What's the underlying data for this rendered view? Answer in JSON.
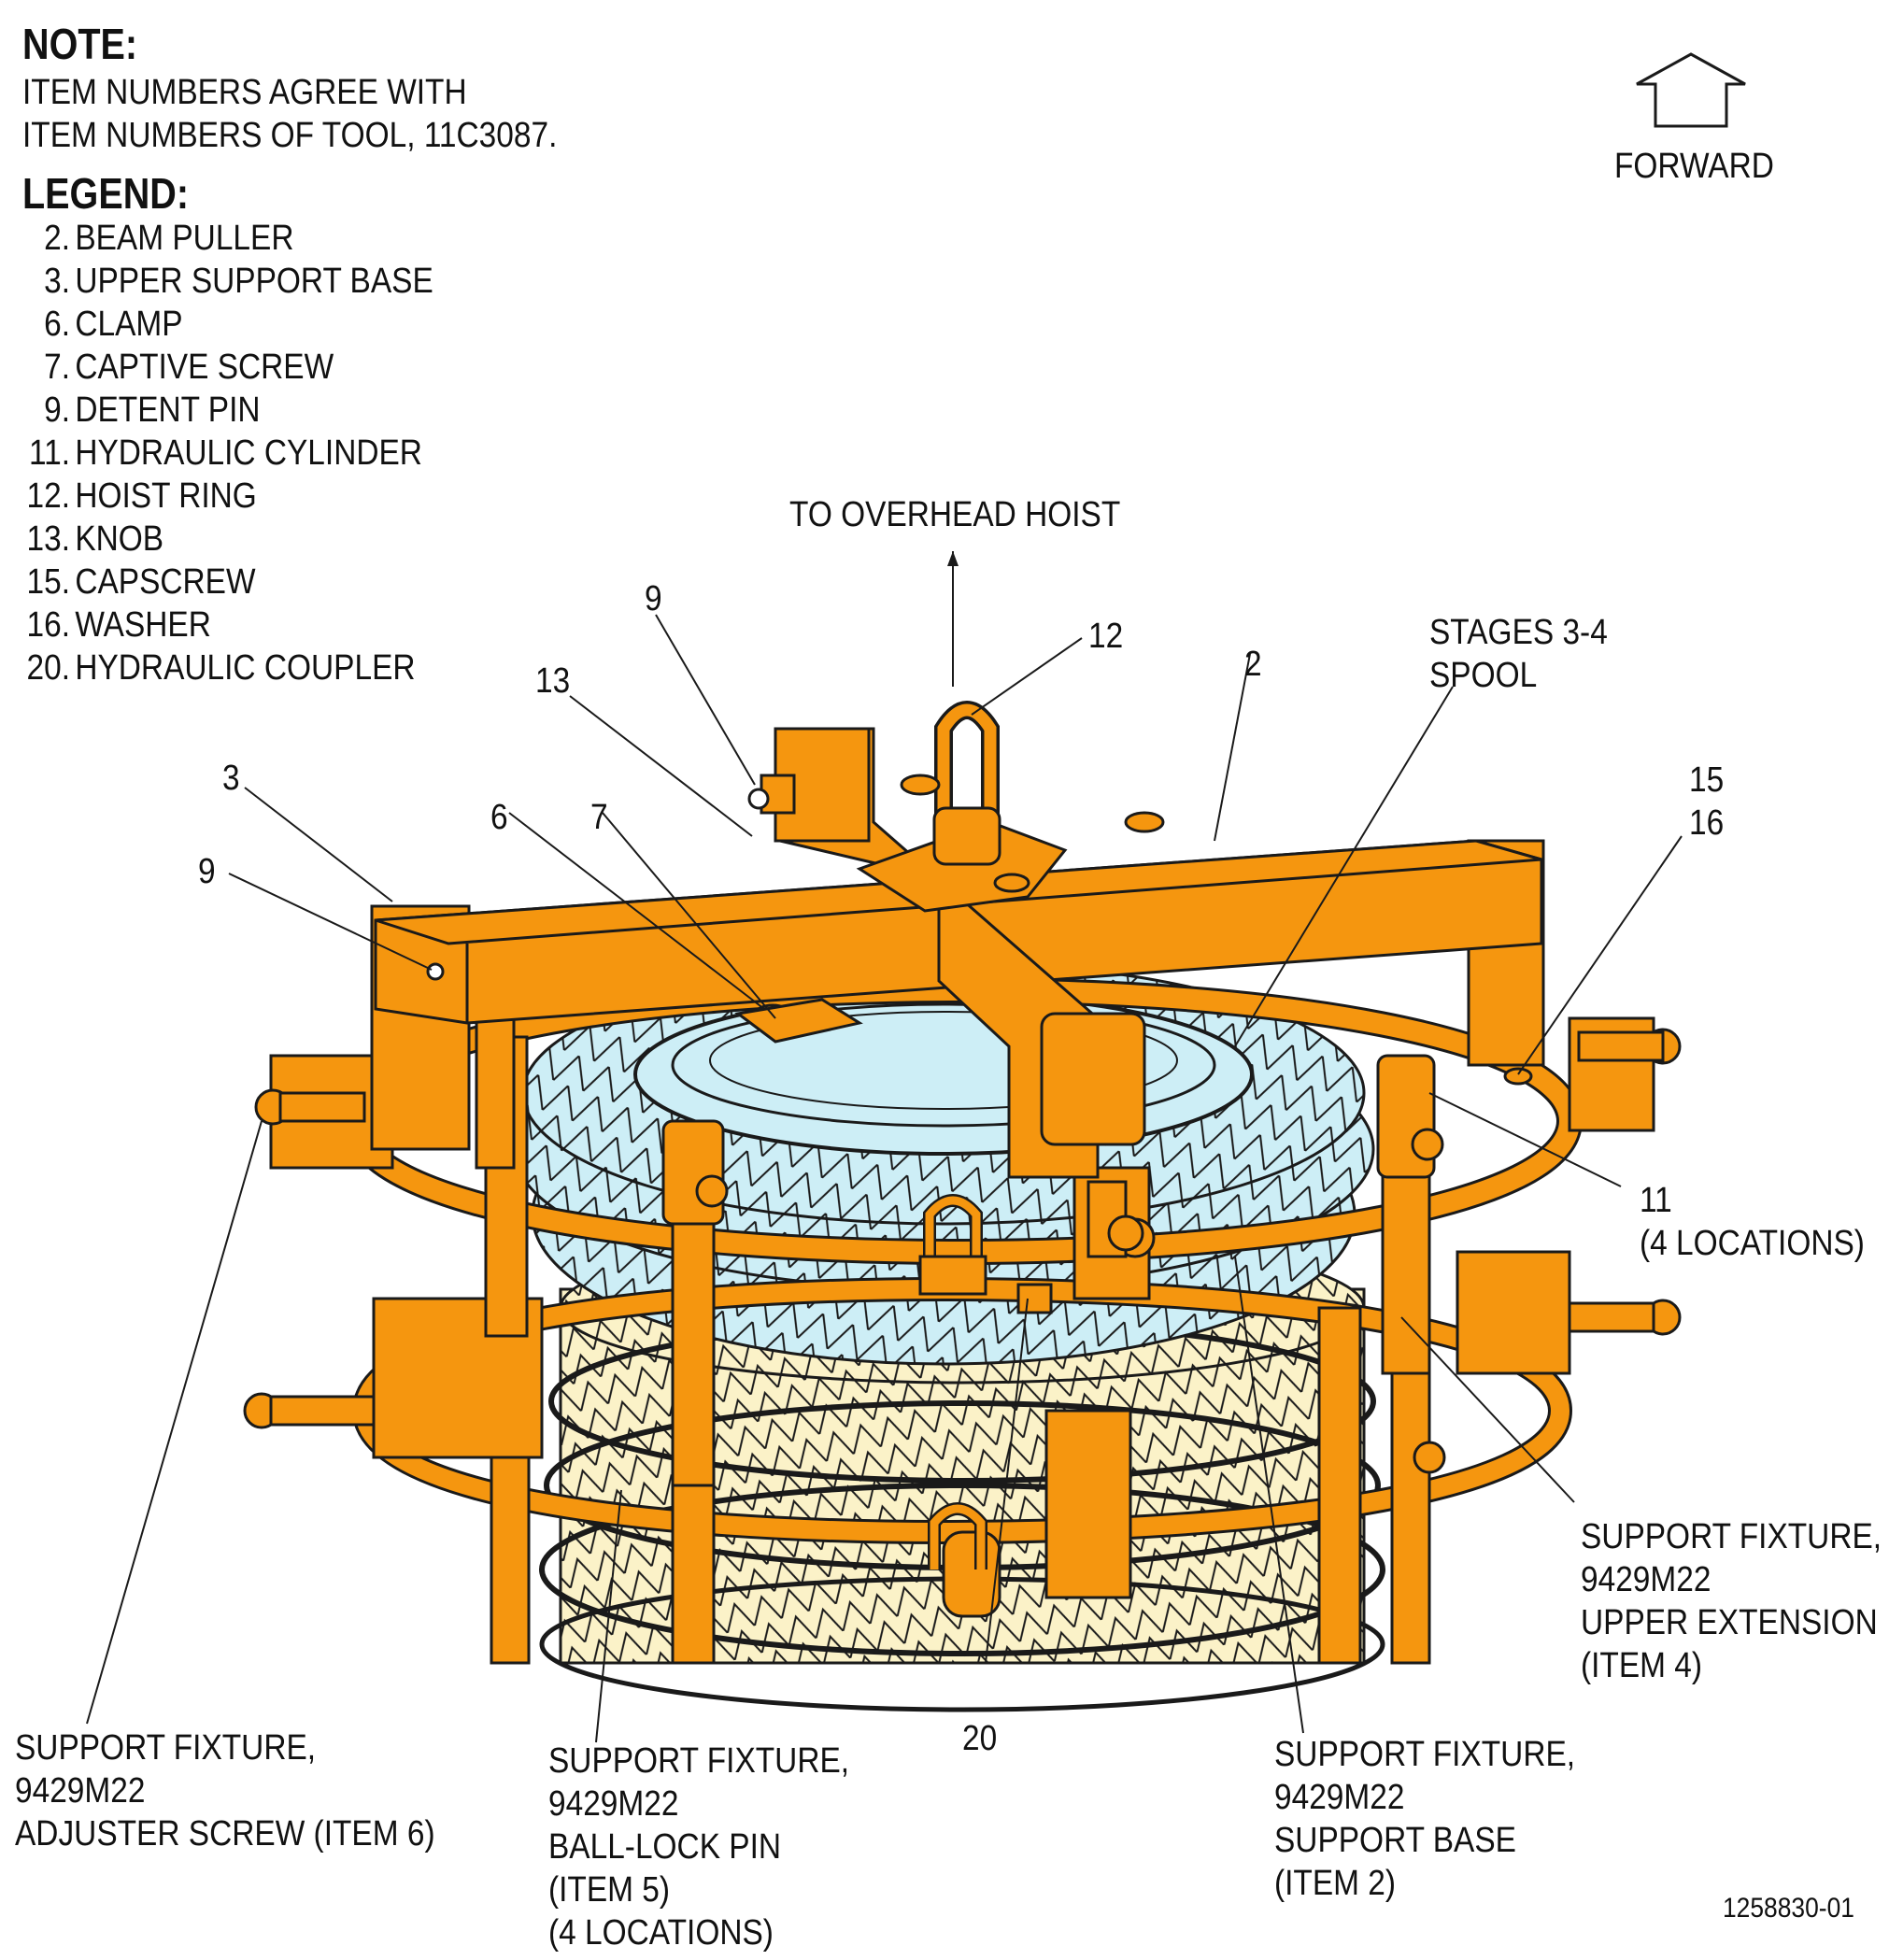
{
  "note": {
    "heading": "NOTE:",
    "line1": "ITEM NUMBERS AGREE WITH",
    "line2": "ITEM NUMBERS OF TOOL, 11C3087."
  },
  "legend": {
    "heading": "LEGEND:",
    "items": [
      {
        "num": "2.",
        "label": "BEAM PULLER"
      },
      {
        "num": "3.",
        "label": "UPPER SUPPORT BASE"
      },
      {
        "num": "6.",
        "label": "CLAMP"
      },
      {
        "num": "7.",
        "label": "CAPTIVE SCREW"
      },
      {
        "num": "9.",
        "label": "DETENT PIN"
      },
      {
        "num": "11.",
        "label": "HYDRAULIC CYLINDER"
      },
      {
        "num": "12.",
        "label": "HOIST RING"
      },
      {
        "num": "13.",
        "label": "KNOB"
      },
      {
        "num": "15.",
        "label": "CAPSCREW"
      },
      {
        "num": "16.",
        "label": "WASHER"
      },
      {
        "num": "20.",
        "label": "HYDRAULIC COUPLER"
      }
    ]
  },
  "forward": {
    "label": "FORWARD"
  },
  "callouts": {
    "hoist": "TO OVERHEAD HOIST",
    "c9_top": "9",
    "c12": "12",
    "c2": "2",
    "c13": "13",
    "spool_line1": "STAGES 3-4",
    "spool_line2": "SPOOL",
    "c3": "3",
    "c6": "6",
    "c7": "7",
    "c9_left": "9",
    "c15": "15",
    "c16": "16",
    "c11": "11",
    "c11_loc": "(4 LOCATIONS)",
    "upper_ext": [
      "SUPPORT FIXTURE,",
      "9429M22",
      "UPPER EXTENSION",
      "(ITEM 4)"
    ],
    "adjuster": [
      "SUPPORT FIXTURE,",
      "9429M22",
      "ADJUSTER SCREW (ITEM 6)"
    ],
    "ball_lock": [
      "SUPPORT FIXTURE,",
      "9429M22",
      "BALL-LOCK PIN",
      "(ITEM 5)",
      "(4 LOCATIONS)"
    ],
    "c20": "20",
    "support_base": [
      "SUPPORT FIXTURE,",
      "9429M22",
      "SUPPORT BASE",
      "(ITEM 2)"
    ]
  },
  "figure_id": "1258830-01",
  "colors": {
    "fixture": "#f5960f",
    "spool": "#cdeef6",
    "lower_stages": "#fbf2c8",
    "outline": "#1a1a1a"
  }
}
